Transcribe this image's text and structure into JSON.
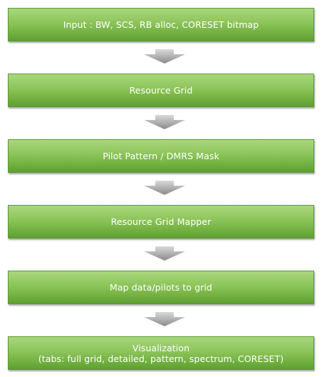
{
  "steps": [
    {
      "label": "Input : BW, SCS, RB alloc, CORESET bitmap"
    },
    {
      "label": "Resource Grid"
    },
    {
      "label": "Pilot Pattern / DMRS Mask"
    },
    {
      "label": "Resource Grid Mapper"
    },
    {
      "label": "Map data/pilots to grid"
    },
    {
      "label": "Visualization",
      "sublabel": "(tabs: full grid, detailed, pattern, spectrum, CORESET)"
    }
  ],
  "arrow_icon": "down-arrow-icon",
  "colors": {
    "box_light": "#a9d77c",
    "box_dark": "#5f9f33",
    "arrow_light": "#d6d6d6",
    "arrow_dark": "#8a8a8a",
    "text": "#ffffff"
  }
}
